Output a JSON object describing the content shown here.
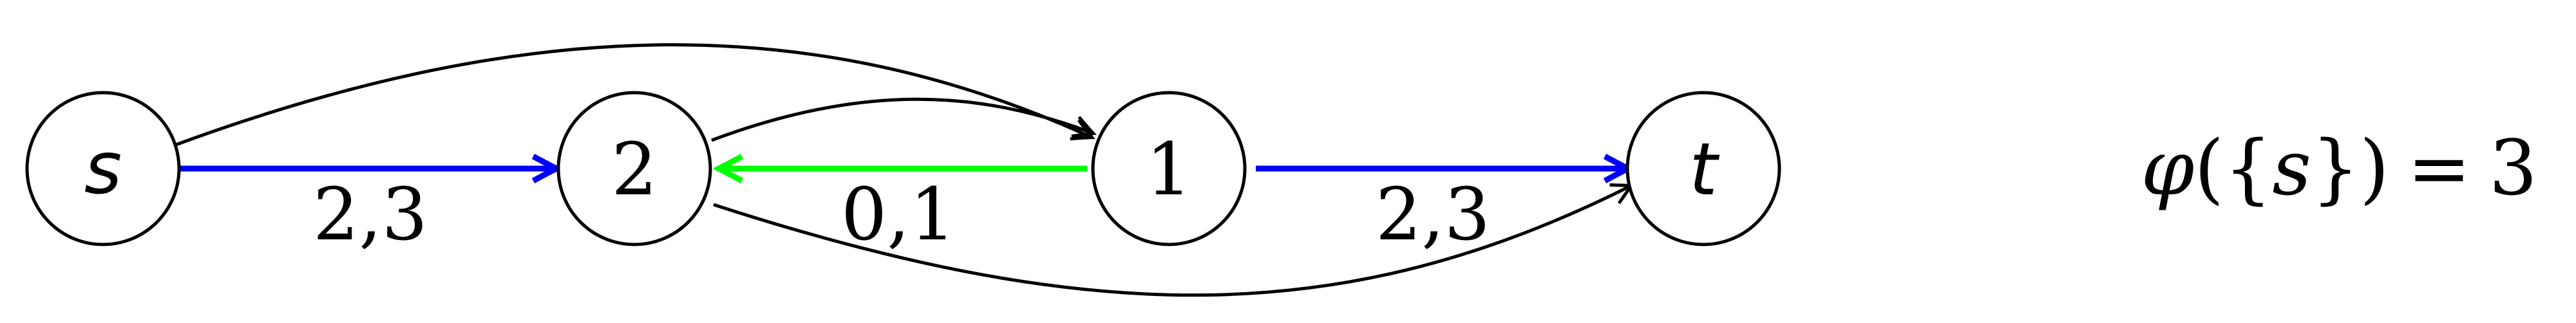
{
  "nodes": [
    {
      "id": "s",
      "label": "s",
      "italic": true
    },
    {
      "id": "2",
      "label": "2",
      "italic": false
    },
    {
      "id": "1",
      "label": "1",
      "italic": false
    },
    {
      "id": "t",
      "label": "t",
      "italic": true
    }
  ],
  "edges": [
    {
      "from": "s",
      "to": "2",
      "label": "2,3",
      "color": "#0000ff"
    },
    {
      "from": "1",
      "to": "2",
      "label": "0,1",
      "color": "#00ff00"
    },
    {
      "from": "1",
      "to": "t",
      "label": "2,3",
      "color": "#0000ff"
    },
    {
      "from": "s",
      "to": "1",
      "label": "",
      "color": "#000000"
    },
    {
      "from": "2",
      "to": "1",
      "label": "",
      "color": "#000000"
    },
    {
      "from": "2",
      "to": "t",
      "label": "",
      "color": "#000000"
    }
  ],
  "formula": {
    "phi": "φ",
    "open_paren": "(",
    "open_brace": "{",
    "var": "s",
    "close_brace": "}",
    "close_paren": ")",
    "equals": "=",
    "value": "3"
  },
  "colors": {
    "flow_blue": "#0000ff",
    "flow_green": "#00ff00",
    "stroke": "#000000"
  }
}
